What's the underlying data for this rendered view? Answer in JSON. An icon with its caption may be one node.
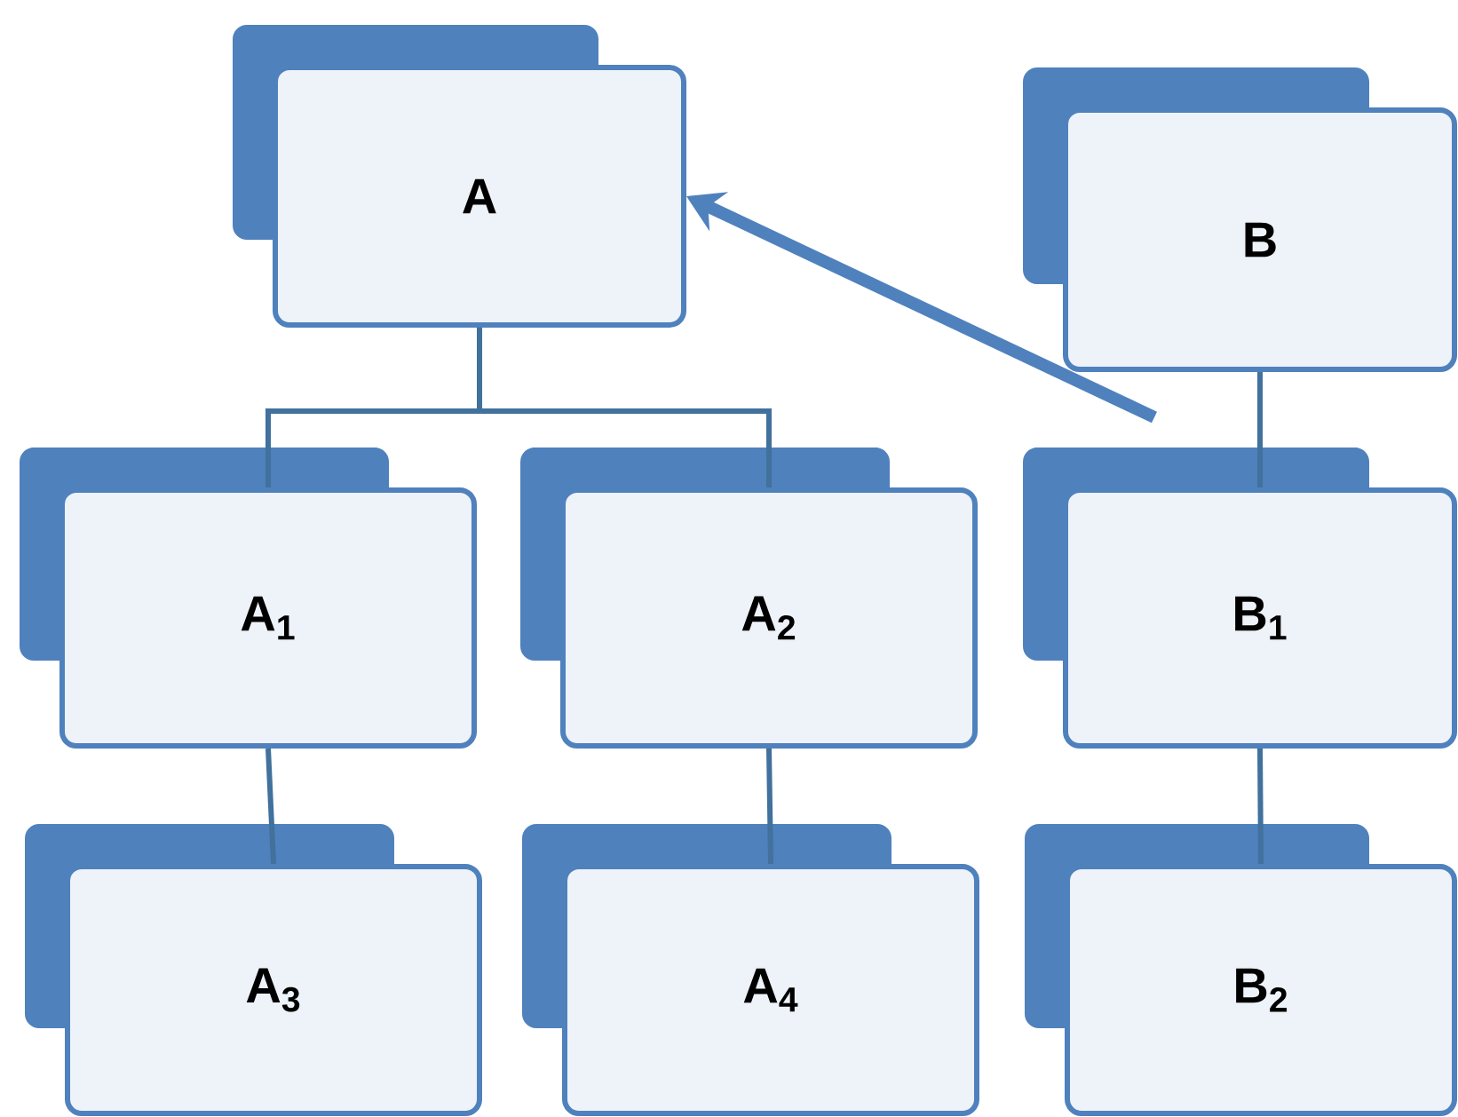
{
  "diagram": {
    "nodes": [
      {
        "text": [
          "A"
        ]
      },
      {
        "text": [
          "B"
        ]
      },
      {
        "text": [
          "A$_{1}$"
        ]
      },
      {
        "text": [
          "A$_{2}$"
        ]
      },
      {
        "text": [
          "B$_{1}$"
        ]
      },
      {
        "text": [
          "A$_{3}$"
        ]
      },
      {
        "text": [
          "A$_{4}$"
        ]
      },
      {
        "text": [
          "B$_{2}$"
        ]
      }
    ],
    "edges": [
      {
        "from": 0,
        "to": 2,
        "arrow": "none"
      },
      {
        "from": 0,
        "to": 3,
        "arrow": "none"
      },
      {
        "from": 1,
        "to": 4,
        "arrow": "none"
      },
      {
        "from": 2,
        "to": 5,
        "arrow": "none"
      },
      {
        "from": 3,
        "to": 6,
        "arrow": "none"
      },
      {
        "from": 4,
        "to": 7,
        "arrow": "none"
      },
      {
        "from": null,
        "to": 0,
        "arrow": "to",
        "style": "thick",
        "color": "#4f81bd"
      }
    ]
  }
}
